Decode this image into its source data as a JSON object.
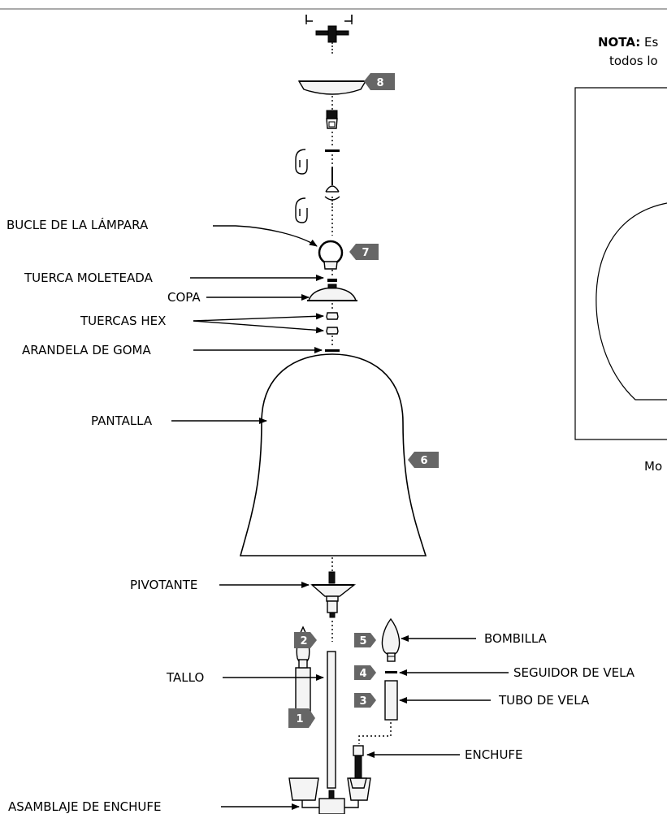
{
  "labels": {
    "loop": "BUCLE DE LA LÁMPARA",
    "knurled_nut": "TUERCA MOLETEADA",
    "cup": "COPA",
    "hex_nuts": "TUERCAS HEX",
    "rubber_washer": "ARANDELA DE GOMA",
    "shade": "PANTALLA",
    "swivel": "PIVOTANTE",
    "stem": "TALLO",
    "bulb": "BOMBILLA",
    "candle_follower": "SEGUIDOR DE VELA",
    "candle_tube": "TUBO DE VELA",
    "socket": "ENCHUFE",
    "socket_assembly": "ASAMBLAJE DE ENCHUFE"
  },
  "note": {
    "prefix": "NOTA:",
    "line1_rest": "Es",
    "line2": "todos lo"
  },
  "inset_caption": "Mo",
  "steps": {
    "s1": "1",
    "s2": "2",
    "s3": "3",
    "s4": "4",
    "s5": "5",
    "s6": "6",
    "s7": "7",
    "s8": "8"
  },
  "colors": {
    "badge": "#666666",
    "line": "#000000"
  }
}
